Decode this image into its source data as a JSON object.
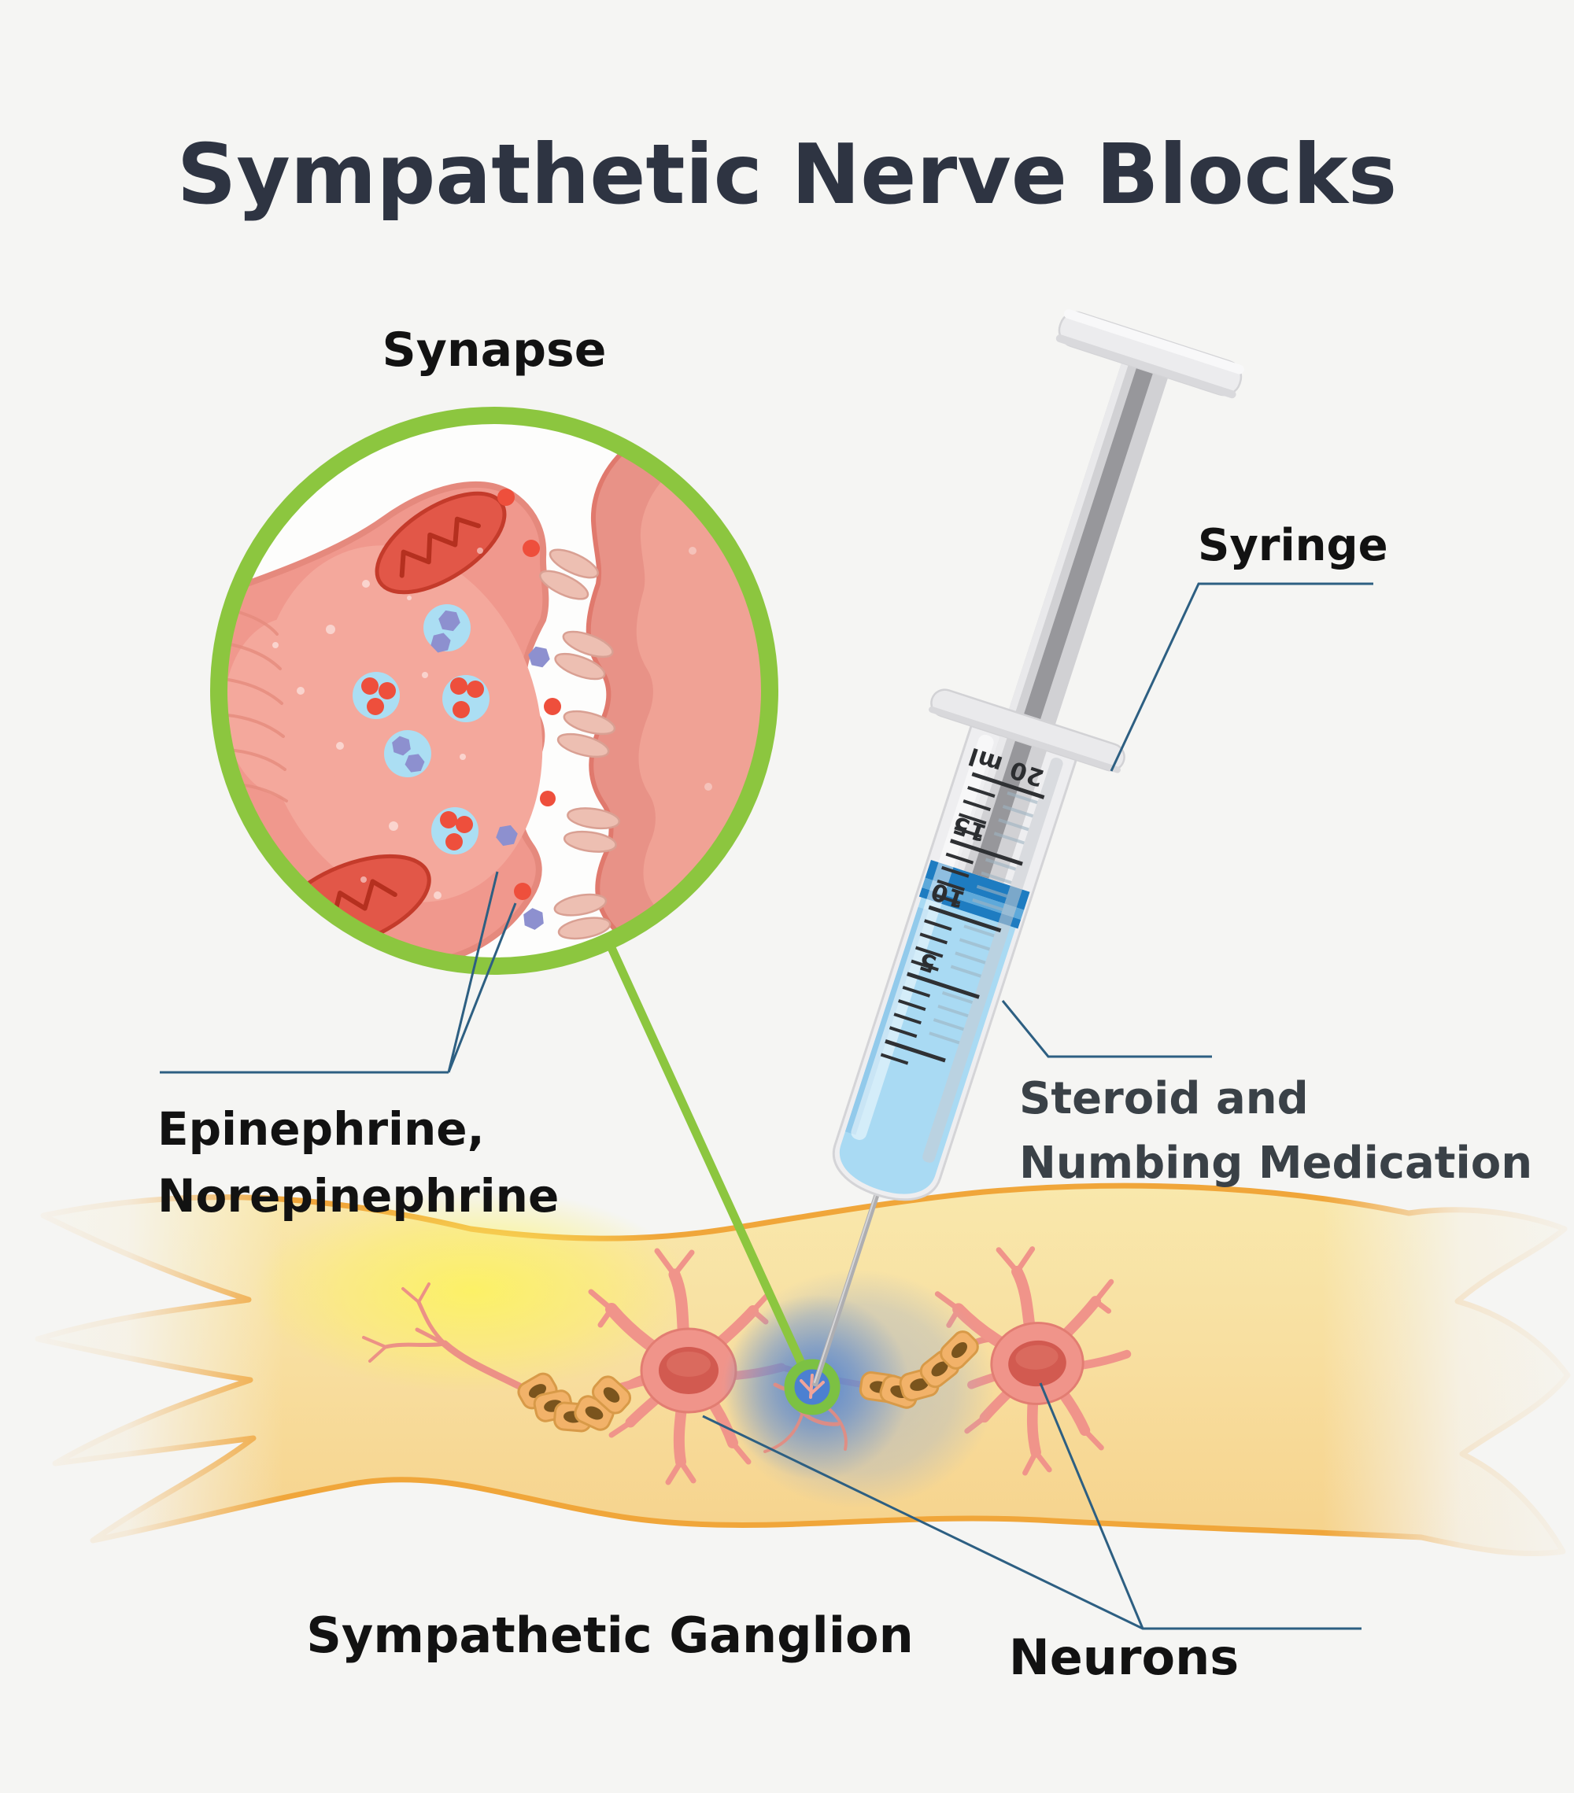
{
  "title": {
    "text": "Sympathetic Nerve Blocks"
  },
  "labels": {
    "synapse": "Synapse",
    "syringe": "Syringe",
    "epinephrine": [
      "Epinephrine,",
      "Norepinephrine"
    ],
    "steroid": [
      "Steroid and",
      "Numbing Medication"
    ],
    "ganglion": "Sympathetic Ganglion",
    "neurons": "Neurons"
  },
  "syringe_scale": {
    "labels": [
      "20 ml",
      "15",
      "10",
      "5"
    ]
  },
  "colors": {
    "background": "#f5f5f3",
    "title_text": "#2e3442",
    "label_text": "#121212",
    "steroid_text": "#3a4147",
    "leader_line": "#2d5f82",
    "accent_green": "#8cc63f",
    "synapse_terminal": "#f0988d",
    "synapse_terminal_edge": "#e5897d",
    "synapse_terminal_light": "#f4a89c",
    "postsynaptic": "#e89287",
    "postsynaptic_light": "#f0a295",
    "receptor_pink": "#edbfb2",
    "vesicle_blue": "#abdef3",
    "neurotransmitter_red": "#ee4f3c",
    "neurotransmitter_purple": "#8d90cf",
    "mitochondria_red": "#e25748",
    "nerve_fill_top": "#f9e8ac",
    "nerve_fill_bottom": "#f6d28b",
    "nerve_outline": "#f0a63a",
    "nerve_glow": "#fcf263",
    "neuron_body": "#f0948a",
    "neuron_nucleus": "#d25a50",
    "myelin_orange": "#f2b269",
    "myelin_edge": "#d89a48",
    "injection_blue": "#4c80d1",
    "injection_haze": "#9fb0cc",
    "syringe_plastic": "#eeeef0",
    "syringe_liquid": "#a9daf3",
    "syringe_stopper": "#1e7cc1",
    "syringe_hub": "#2a76b8",
    "needle_gray": "#aeaeb1",
    "scale_text": "#2b2d30"
  }
}
